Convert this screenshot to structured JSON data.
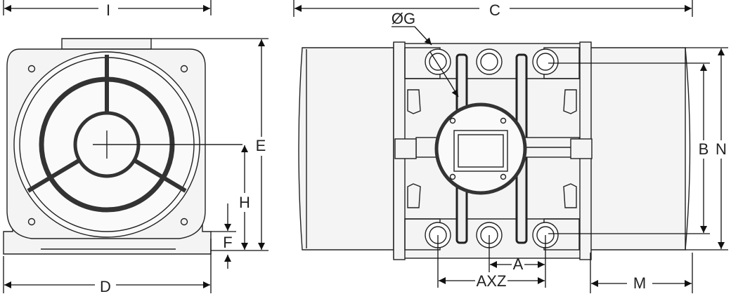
{
  "diagram": {
    "labels": {
      "I": "I",
      "D": "D",
      "E": "E",
      "H": "H",
      "F": "F",
      "C": "C",
      "G": "ØG",
      "B": "B",
      "N": "N",
      "A": "A",
      "AXZ": "AXZ",
      "M": "M"
    },
    "colors": {
      "line": "#222222",
      "body": "#f4f4f4",
      "heavy": "#333333"
    }
  }
}
